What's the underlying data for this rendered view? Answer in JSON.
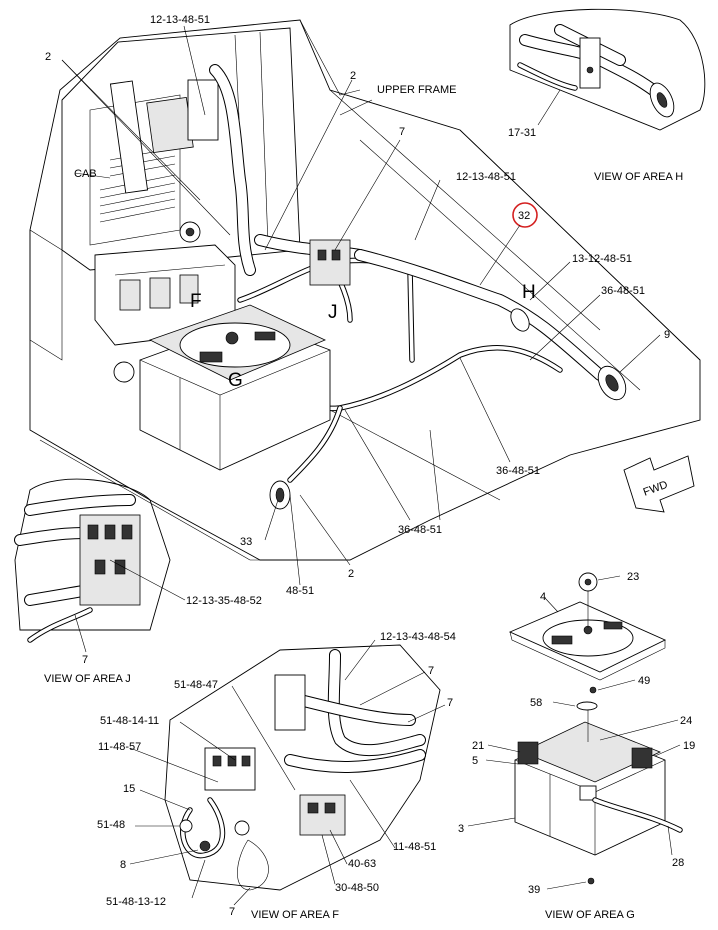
{
  "labels": {
    "p_12_13_48_51_top": "12-13-48-51",
    "p_2_left": "2",
    "p_2_upper": "2",
    "upper_frame": "UPPER FRAME",
    "p_7_top": "7",
    "cab": "CAB",
    "p_12_13_48_51_mid": "12-13-48-51",
    "p_32": "32",
    "p_13_12_48_51": "13-12-48-51",
    "letter_h": "H",
    "p_36_48_51_right": "36-48-51",
    "p_9": "9",
    "letter_f": "F",
    "letter_j": "J",
    "letter_g": "G",
    "p_36_48_51_low": "36-48-51",
    "p_36_48_51_bottom": "36-48-51",
    "fwd": "FWD",
    "p_33": "33",
    "p_48_51": "48-51",
    "p_2_lower": "2",
    "p_17_31": "17-31",
    "view_area_h": "VIEW OF AREA H",
    "p_12_13_35_48_52": "12-13-35-48-52",
    "p_7_j": "7",
    "view_area_j": "VIEW OF AREA J",
    "p_23": "23",
    "p_4": "4",
    "p_49": "49",
    "p_58": "58",
    "p_24": "24",
    "p_21": "21",
    "p_19": "19",
    "p_5": "5",
    "p_3": "3",
    "p_28": "28",
    "p_39": "39",
    "view_area_g": "VIEW OF AREA G",
    "p_12_13_43_48_54": "12-13-43-48-54",
    "p_7_f_top": "7",
    "p_7_f_mid": "7",
    "p_51_48_47": "51-48-47",
    "p_51_48_14_11": "51-48-14-11",
    "p_11_48_57": "11-48-57",
    "p_15": "15",
    "p_51_48": "51-48",
    "p_8": "8",
    "p_11_48_51": "11-48-51",
    "p_40_63": "40-63",
    "p_30_48_50": "30-48-50",
    "p_51_48_13_12": "51-48-13-12",
    "p_7_f_bottom": "7",
    "view_area_f": "VIEW OF AREA F"
  },
  "colors": {
    "line": "#000000",
    "background": "#ffffff",
    "highlight_circle": "#d42020"
  },
  "icons": {
    "fwd_arrow": "forward-arrow-icon",
    "highlight": "red-circle-marker"
  }
}
